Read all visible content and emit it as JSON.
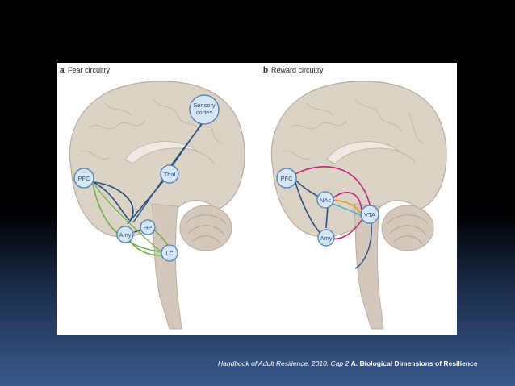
{
  "panels": [
    {
      "letter": "a",
      "title": "Fear circuitry",
      "nodes": {
        "pfc": "PFC",
        "thal": "Thal",
        "sensory1": "Sensory",
        "sensory2": "cortex",
        "amy": "Amy",
        "hp": "HP",
        "lc": "LC"
      }
    },
    {
      "letter": "b",
      "title": "Reward circuitry",
      "nodes": {
        "pfc": "PFC",
        "nac": "NAc",
        "vta": "VTA",
        "amy": "Amy"
      }
    }
  ],
  "colors": {
    "brain": "#dcd3c7",
    "brain_stroke": "#b8ab9c",
    "node_fill": "#d7e6f3",
    "node_stroke": "#4f7fb3",
    "blue_path": "#2c4f80",
    "green_path": "#6aae48",
    "magenta_path": "#c2267a",
    "orange_path": "#e79b2a",
    "cyan_path": "#3fa7c9"
  },
  "caption": {
    "citation": "Handbook of Adult Resilience. 2010. Cap 2",
    "title": "A. Biological Dimensions of Resilience"
  }
}
